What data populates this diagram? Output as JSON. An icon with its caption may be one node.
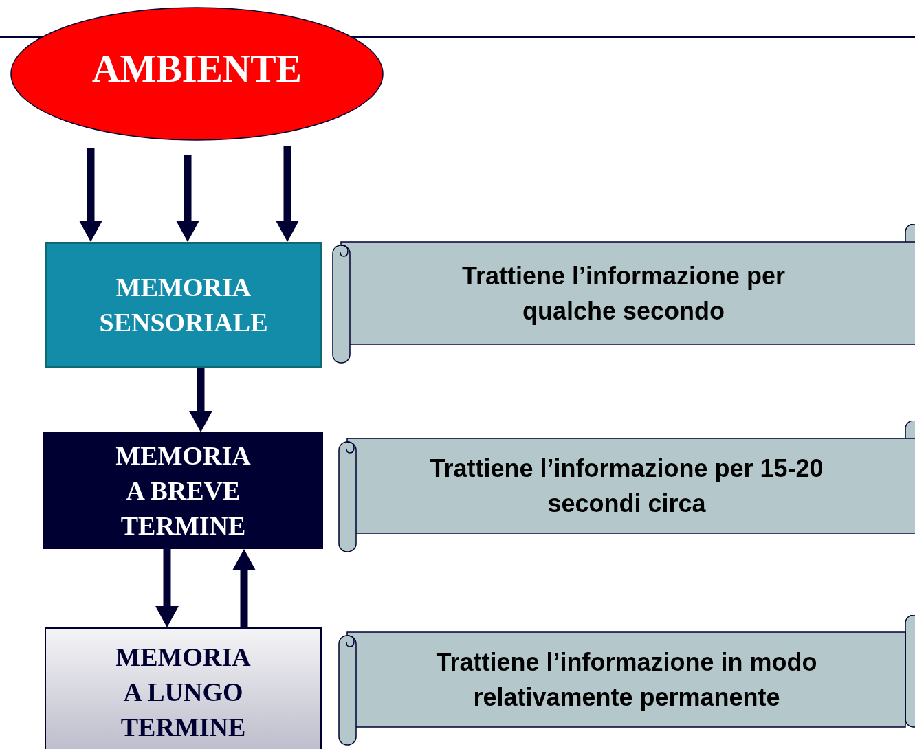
{
  "diagram": {
    "nodes": [
      {
        "text": [
          "AMBIENTE"
        ]
      },
      {
        "text": [
          "MEMORIA SENSORIALE"
        ]
      },
      {
        "text": [
          "MEMORIA A BREVE TERMINE"
        ]
      },
      {
        "text": [
          "MEMORIA A LUNGO TERMINE"
        ]
      },
      {
        "text": [
          "Trattiene l’informazione per qualche secondo"
        ]
      },
      {
        "text": [
          "Trattiene l’informazione per 15-20 secondi circa"
        ]
      },
      {
        "text": [
          "Trattiene l’informazione in modo relativamente permanente"
        ]
      }
    ],
    "edges": [
      {
        "from": 0,
        "to": 1,
        "arrow": "to"
      },
      {
        "from": 0,
        "to": 1,
        "arrow": "to"
      },
      {
        "from": 0,
        "to": 1,
        "arrow": "to"
      },
      {
        "from": 1,
        "to": 2,
        "arrow": "to"
      },
      {
        "from": 2,
        "to": 3,
        "arrow": "to"
      },
      {
        "from": 3,
        "to": 2,
        "arrow": "to"
      }
    ]
  }
}
